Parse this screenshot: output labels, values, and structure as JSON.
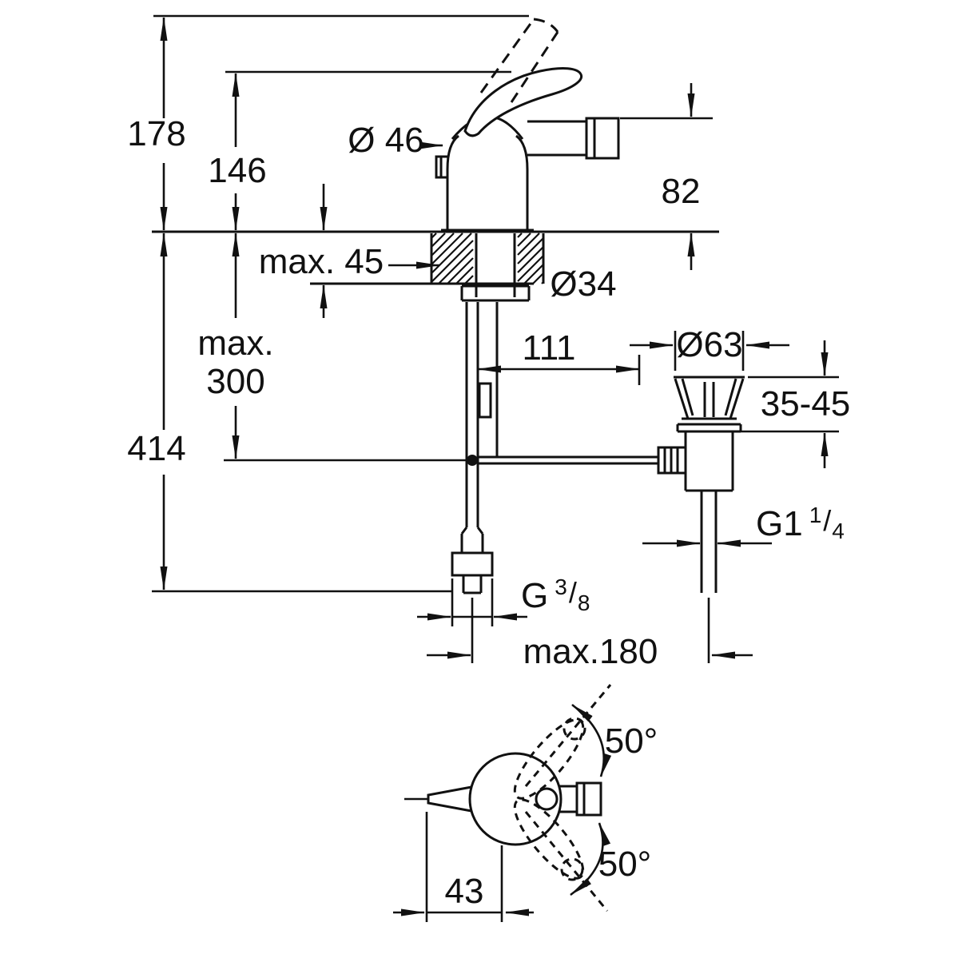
{
  "diagram": {
    "type": "technical-dimension-drawing",
    "labels": {
      "dim178": "178",
      "dim146": "146",
      "dia46": "Ø 46",
      "dim82": "82",
      "max45": "max. 45",
      "dia34": "Ø34",
      "max300_line1": "max.",
      "max300_line2": "300",
      "dim414": "414",
      "dim111": "111",
      "dia63": "Ø63",
      "range3545": "35-45",
      "g114_base": "G1",
      "g114_num": "1",
      "g114_slash": "/",
      "g114_den": "4",
      "g38_base": "G",
      "g38_num": "3",
      "g38_slash": "/",
      "g38_den": "8",
      "max180": "max.180",
      "angle_top": "50°",
      "angle_bottom": "50°",
      "dim43": "43"
    },
    "colors": {
      "ink": "#111111",
      "background": "#ffffff"
    }
  }
}
